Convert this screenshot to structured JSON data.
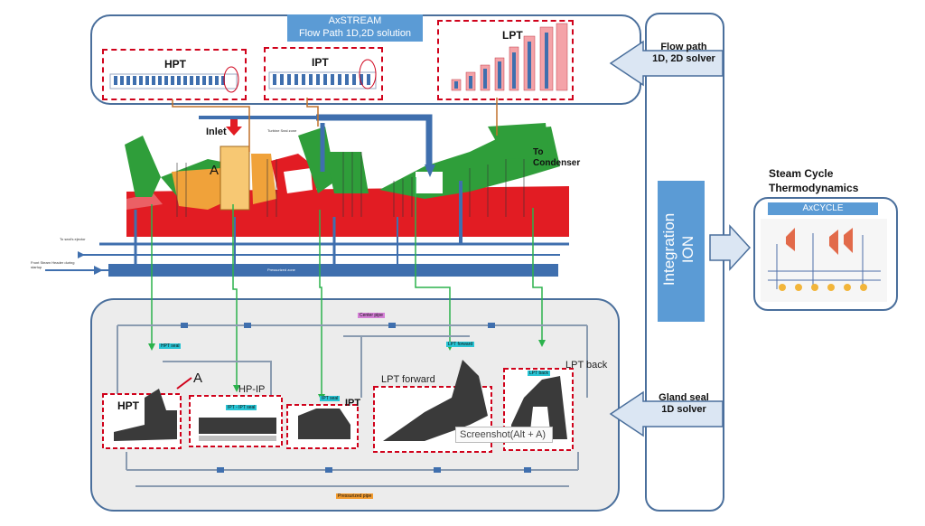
{
  "top_panel": {
    "title_line1": "AxSTREAM",
    "title_line2": "Flow Path 1D,2D  solution",
    "hpt": "HPT",
    "ipt": "IPT",
    "lpt": "LPT"
  },
  "turbine": {
    "inlet": "Inlet",
    "a_marker": "A",
    "to_condenser_line1": "To",
    "to_condenser_line2": "Condenser",
    "small_labels": [
      "To seal's ejector",
      "Front Steam Header during startup",
      "Pressurized zone",
      "Turbine Seal zone"
    ]
  },
  "bottom_panel": {
    "hpt": "HPT",
    "hp_ip": "HP-IP",
    "ipt": "IPT",
    "lpt_forward": "LPT forward",
    "lpt_back": "LPT back",
    "a_marker": "A",
    "screenshot_tooltip": "Screenshot(Alt + A)",
    "tags": [
      "Center pipe",
      "HPT seal",
      "IPT - IPT seal",
      "IPT seal",
      "LPT forward",
      "LPT back",
      "Pressurized pipe"
    ]
  },
  "right_column": {
    "flow_path_line1": "Flow path",
    "flow_path_line2": "1D, 2D solver",
    "integration_line1": "Integration",
    "integration_line2": "ION",
    "gland_seal_line1": "Gland seal",
    "gland_seal_line2": "1D solver"
  },
  "steam_cycle": {
    "title_line1": "Steam Cycle",
    "title_line2": "Thermodynamics",
    "axcycle": "AxCYCLE"
  },
  "colors": {
    "blue_accent": "#5b9bd5",
    "dark_blue_pipe": "#3f6fae",
    "red_rotor": "#e21c23",
    "green_casing": "#2f9e3a",
    "orange_hp": "#f0a23a",
    "dashed_red": "#d0021b"
  }
}
